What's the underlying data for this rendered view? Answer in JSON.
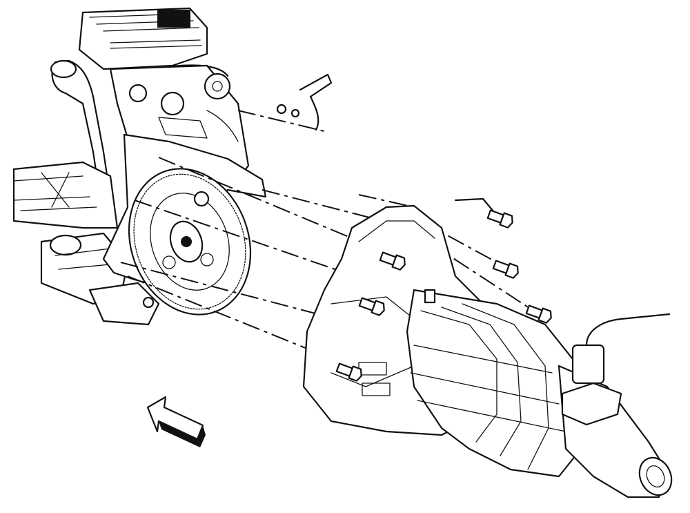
{
  "diagram": {
    "components": [
      {
        "id": "engine",
        "icon": "engine-icon"
      },
      {
        "id": "flywheel",
        "icon": "flywheel-icon"
      },
      {
        "id": "starter",
        "icon": "starter-motor-icon"
      },
      {
        "id": "transmission",
        "icon": "transmission-icon"
      },
      {
        "id": "bellhousing",
        "icon": "bellhousing-icon"
      },
      {
        "id": "bolts",
        "icon": "bolt-icon",
        "count": 6
      },
      {
        "id": "forward-arrow",
        "icon": "arrow-icon"
      }
    ],
    "colors": {
      "ink": "#111111",
      "paper": "#ffffff"
    }
  }
}
